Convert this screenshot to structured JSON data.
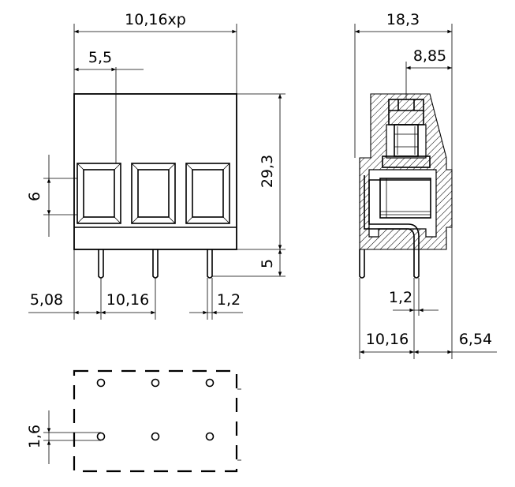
{
  "front_view": {
    "overall_width_label": "10,16xp",
    "opening_width_label": "5,5",
    "opening_height_label": "6",
    "body_height_label": "29,3",
    "pin_length_label": "5",
    "edge_offset_label": "5,08",
    "pitch_label": "10,16",
    "pin_diameter_label": "1,2"
  },
  "side_view": {
    "overall_depth_label": "18,3",
    "screw_offset_label": "8,85",
    "pin_diameter_label": "1,2",
    "pin_offset_label": "10,16",
    "rear_offset_label": "6,54"
  },
  "footprint": {
    "row_spacing_label": "1,6"
  }
}
